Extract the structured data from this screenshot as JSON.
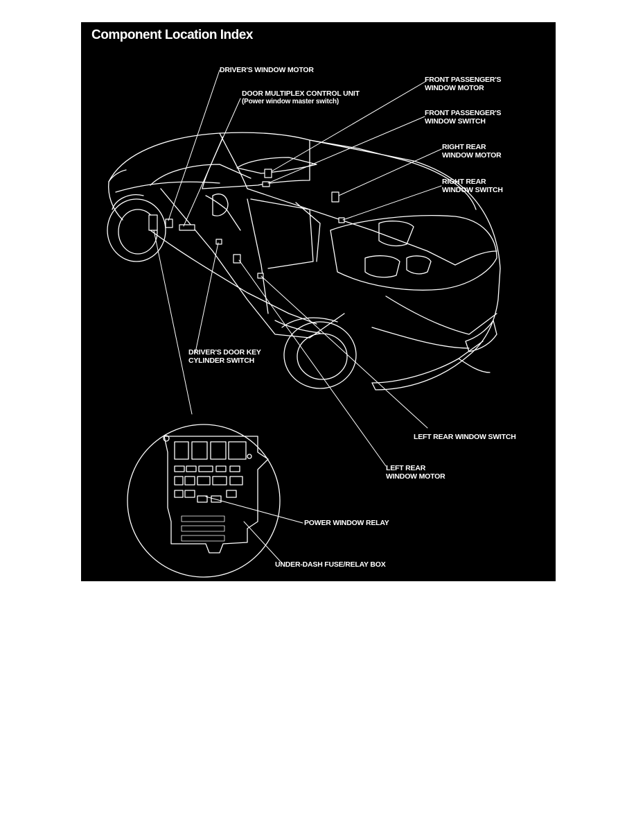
{
  "title": "Component Location Index",
  "labels": {
    "drivers_window_motor": "DRIVER'S WINDOW MOTOR",
    "door_multiplex_l1": "DOOR MULTIPLEX CONTROL UNIT",
    "door_multiplex_l2": "(Power window master switch)",
    "front_pass_motor_l1": "FRONT PASSENGER'S",
    "front_pass_motor_l2": "WINDOW MOTOR",
    "front_pass_switch_l1": "FRONT PASSENGER'S",
    "front_pass_switch_l2": "WINDOW SWITCH",
    "right_rear_motor_l1": "RIGHT REAR",
    "right_rear_motor_l2": "WINDOW MOTOR",
    "right_rear_switch_l1": "RIGHT REAR",
    "right_rear_switch_l2": "WINDOW SWITCH",
    "key_cylinder_l1": "DRIVER'S DOOR KEY",
    "key_cylinder_l2": "CYLINDER SWITCH",
    "left_rear_switch": "LEFT REAR WINDOW SWITCH",
    "left_rear_motor_l1": "LEFT REAR",
    "left_rear_motor_l2": "WINDOW MOTOR",
    "power_window_relay": "POWER WINDOW RELAY",
    "fuse_box": "UNDER-DASH FUSE/RELAY BOX"
  },
  "colors": {
    "background": "#000000",
    "ink": "#ffffff",
    "page": "#ffffff"
  }
}
